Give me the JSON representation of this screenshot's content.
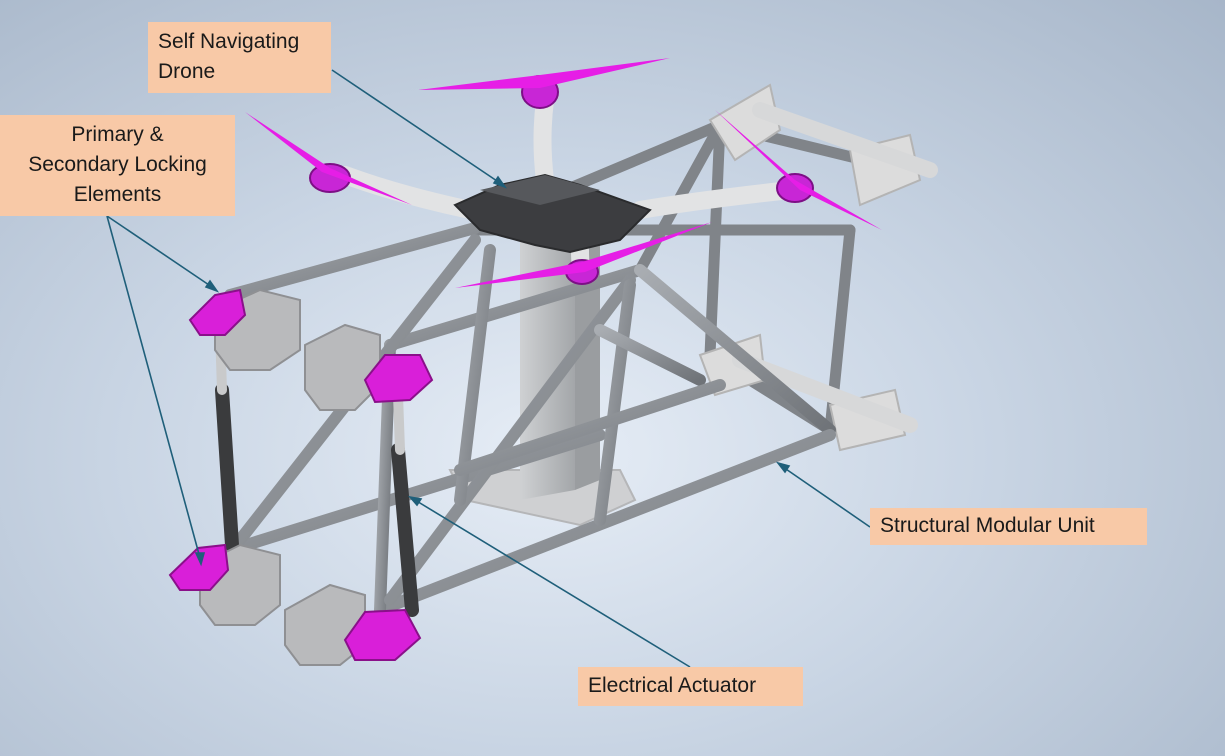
{
  "labels": {
    "drone_line1": "Self Navigating",
    "drone_line2": "Drone",
    "locking_line1": "Primary &",
    "locking_line2": "Secondary Locking",
    "locking_line3": "Elements",
    "structural": "Structural Modular Unit",
    "actuator": "Electrical Actuator"
  },
  "colors": {
    "label_bg": "#f8c9a7",
    "leader_line": "#1f5f7a",
    "propeller": "#e61ee6",
    "frame_tube": "#8a8d92",
    "drone_body": "#3c3d40"
  }
}
